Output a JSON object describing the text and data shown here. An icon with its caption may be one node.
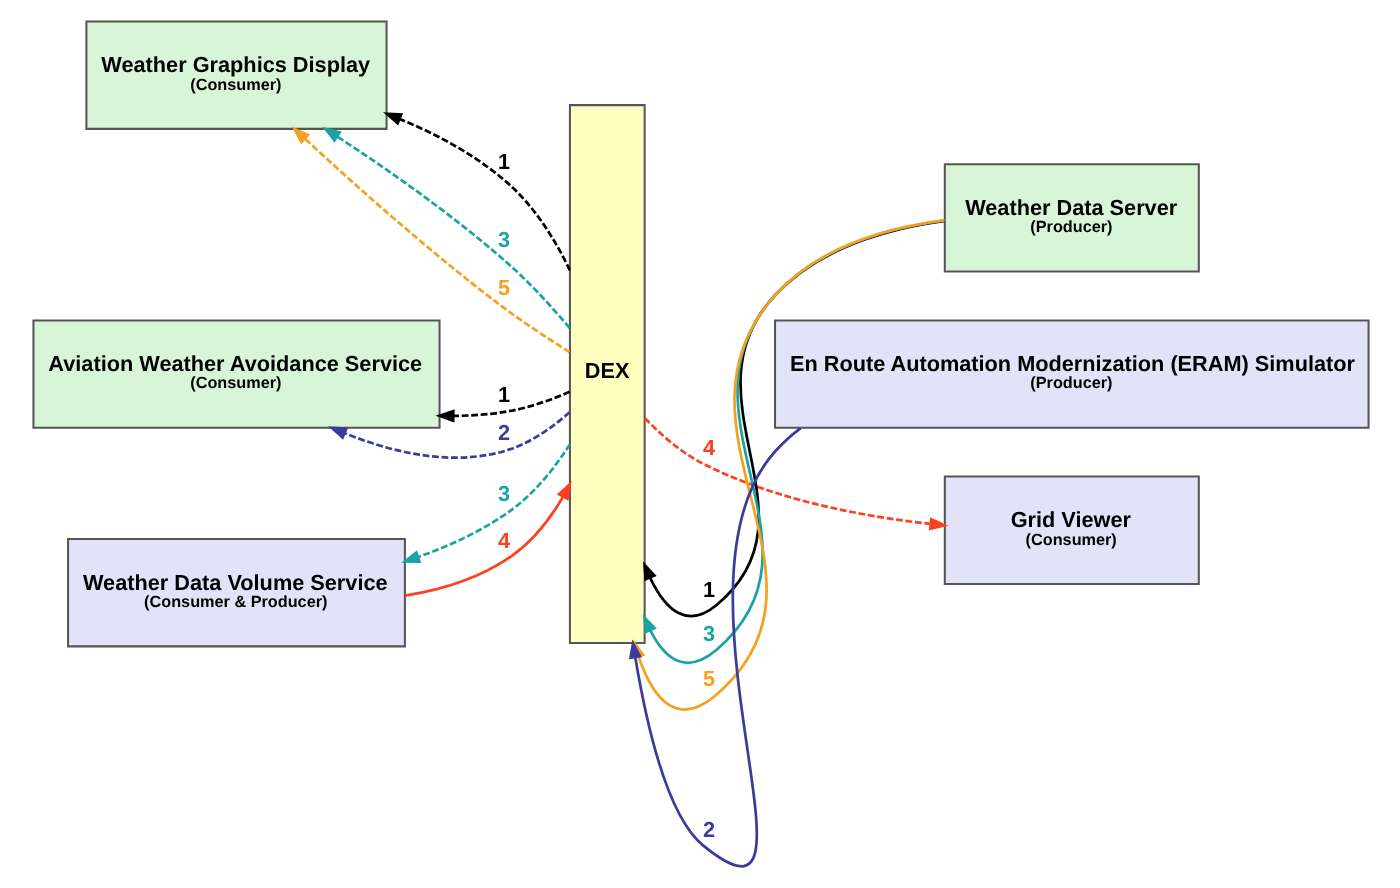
{
  "diagram": {
    "nodes": [
      {
        "text": [
          "Weather Graphics Display",
          "(Consumer)"
        ]
      },
      {
        "text": [
          "DEX"
        ]
      },
      {
        "text": [
          "Weather Data Server",
          "(Producer)"
        ]
      },
      {
        "text": [
          "Aviation Weather Avoidance Service",
          "(Consumer)"
        ]
      },
      {
        "text": [
          "En Route Automation Modernization (ERAM) Simulator",
          "(Producer)"
        ]
      },
      {
        "text": [
          "Weather Data Volume Service",
          "(Consumer & Producer)"
        ]
      },
      {
        "text": [
          "Grid Viewer",
          "(Consumer)"
        ]
      }
    ],
    "edges": [
      {
        "from": 2,
        "to": 1,
        "arrow": "to",
        "label": "1"
      },
      {
        "from": 1,
        "to": 0,
        "arrow": "to",
        "label": "1",
        "style": "dashed"
      },
      {
        "from": 2,
        "to": 1,
        "arrow": "to",
        "label": "3",
        "color": "#1aa3a3"
      },
      {
        "from": 1,
        "to": 0,
        "arrow": "to",
        "label": "3",
        "style": "dashed",
        "color": "#1aa3a3"
      },
      {
        "from": 2,
        "to": 1,
        "arrow": "to",
        "label": "5",
        "color": "#f5a020"
      },
      {
        "from": 1,
        "to": 0,
        "arrow": "to",
        "label": "5",
        "style": "dashed",
        "color": "#f5a020"
      },
      {
        "from": 1,
        "to": 3,
        "arrow": "to",
        "label": "1",
        "style": "dashed"
      },
      {
        "from": 4,
        "to": 1,
        "arrow": "to",
        "label": "2",
        "color": "#3b3b9a"
      },
      {
        "from": 1,
        "to": 3,
        "arrow": "to",
        "label": "2",
        "style": "dashed",
        "color": "#3b3b9a"
      },
      {
        "from": 1,
        "to": 5,
        "arrow": "to",
        "label": "3",
        "style": "dashed",
        "color": "#1aa3a3"
      },
      {
        "from": 5,
        "to": 1,
        "arrow": "to",
        "label": "4",
        "color": "#ff4020"
      },
      {
        "from": 1,
        "to": 6,
        "arrow": "to",
        "label": "4",
        "style": "dashed",
        "color": "#ff4020"
      }
    ]
  }
}
